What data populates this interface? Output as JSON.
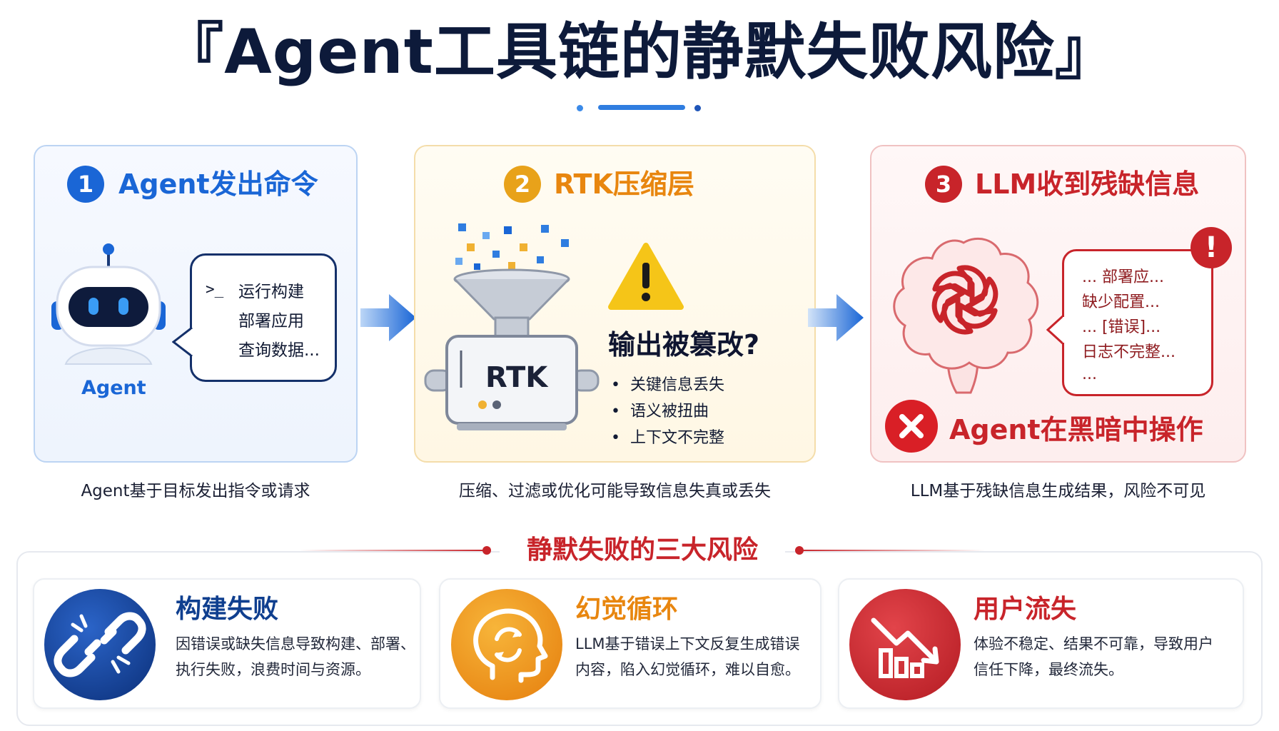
{
  "title": "『Agent工具链的静默失败风险』",
  "stages": [
    {
      "number": "1",
      "title": "Agent发出命令",
      "agent_label": "Agent",
      "prompt_symbol": ">_",
      "bubble_lines": [
        "运行构建",
        "部署应用",
        "查询数据..."
      ],
      "caption": "Agent基于目标发出指令或请求",
      "color": "#1a66d6"
    },
    {
      "number": "2",
      "title": "RTK压缩层",
      "machine_label": "RTK",
      "warning_title": "输出被篡改?",
      "bullets": [
        "关键信息丢失",
        "语义被扭曲",
        "上下文不完整"
      ],
      "caption": "压缩、过滤或优化可能导致信息失真或丢失",
      "color": "#e8860f"
    },
    {
      "number": "3",
      "title": "LLM收到残缺信息",
      "info_lines": [
        "...   部署应...",
        "缺少配置...",
        "... [错误]...",
        "日志不完整...",
        "..."
      ],
      "alert_title": "Agent在黑暗中操作",
      "caption": "LLM基于残缺信息生成结果，风险不可见",
      "color": "#c8242a"
    }
  ],
  "risks_heading": "静默失败的三大风险",
  "risks": [
    {
      "title": "构建失败",
      "desc_lines": [
        "因错误或缺失信息导致构建、部署、",
        "执行失败，浪费时间与资源。"
      ],
      "icon": "broken-link-icon",
      "color": "#0f3f8f"
    },
    {
      "title": "幻觉循环",
      "desc_lines": [
        "LLM基于错误上下文反复生成错误",
        "内容，陷入幻觉循环，难以自愈。"
      ],
      "icon": "head-loop-icon",
      "color": "#e8860f"
    },
    {
      "title": "用户流失",
      "desc_lines": [
        "体验不稳定、结果不可靠，导致用户",
        "信任下降，最终流失。"
      ],
      "icon": "declining-chart-icon",
      "color": "#c8242a"
    }
  ]
}
